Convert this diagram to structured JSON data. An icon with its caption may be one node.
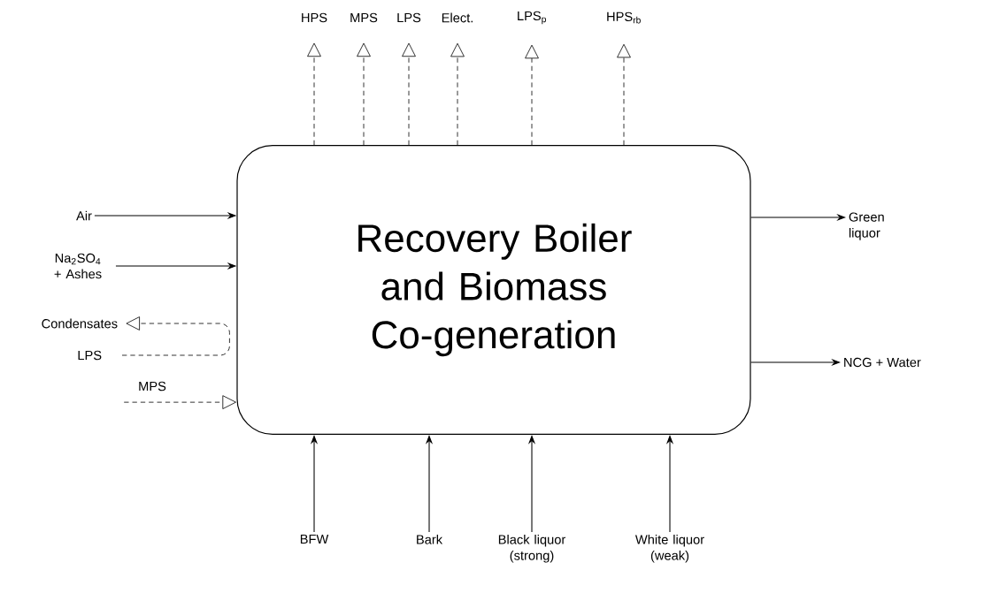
{
  "diagram": {
    "nodes": [
      {
        "text": [
          "Recovery Boiler and Biomass Co-generation"
        ]
      },
      {
        "text": [
          "HPS"
        ]
      },
      {
        "text": [
          "MPS"
        ]
      },
      {
        "text": [
          "LPS"
        ]
      },
      {
        "text": [
          "Elect."
        ]
      },
      {
        "text": [
          "LPS$_{p}$"
        ]
      },
      {
        "text": [
          "HPS$_{rb}$"
        ]
      },
      {
        "text": [
          "Air"
        ]
      },
      {
        "text": [
          "Na$_{2}$SO$_{4}$ + Ashes"
        ]
      },
      {
        "text": [
          "Condensates"
        ]
      },
      {
        "text": [
          "LPS"
        ]
      },
      {
        "text": [
          "MPS"
        ]
      },
      {
        "text": [
          "Green liquor"
        ]
      },
      {
        "text": [
          "NCG + Water"
        ]
      },
      {
        "text": [
          "BFW"
        ]
      },
      {
        "text": [
          "Bark"
        ]
      },
      {
        "text": [
          "Black liquor (strong)"
        ]
      },
      {
        "text": [
          "White liquor (weak)"
        ]
      }
    ],
    "edges": [
      {
        "from": 0,
        "to": 1,
        "arrow": "to",
        "style": "dashed"
      },
      {
        "from": 0,
        "to": 2,
        "arrow": "to",
        "style": "dashed"
      },
      {
        "from": 0,
        "to": 3,
        "arrow": "to",
        "style": "dashed"
      },
      {
        "from": 0,
        "to": 4,
        "arrow": "to",
        "style": "dashed"
      },
      {
        "from": 0,
        "to": 5,
        "arrow": "to",
        "style": "dashed"
      },
      {
        "from": 0,
        "to": 6,
        "arrow": "to",
        "style": "dashed"
      },
      {
        "from": 7,
        "to": 0,
        "arrow": "to"
      },
      {
        "from": 8,
        "to": 0,
        "arrow": "to"
      },
      {
        "from": 10,
        "to": 9,
        "arrow": "to",
        "style": "dashed"
      },
      {
        "from": 11,
        "to": 0,
        "arrow": "to",
        "style": "dashed"
      },
      {
        "from": 0,
        "to": 12,
        "arrow": "to"
      },
      {
        "from": 0,
        "to": 13,
        "arrow": "to"
      },
      {
        "from": 14,
        "to": 0,
        "arrow": "to"
      },
      {
        "from": 15,
        "to": 0,
        "arrow": "to"
      },
      {
        "from": 16,
        "to": 0,
        "arrow": "to"
      },
      {
        "from": 17,
        "to": 0,
        "arrow": "to"
      }
    ]
  }
}
